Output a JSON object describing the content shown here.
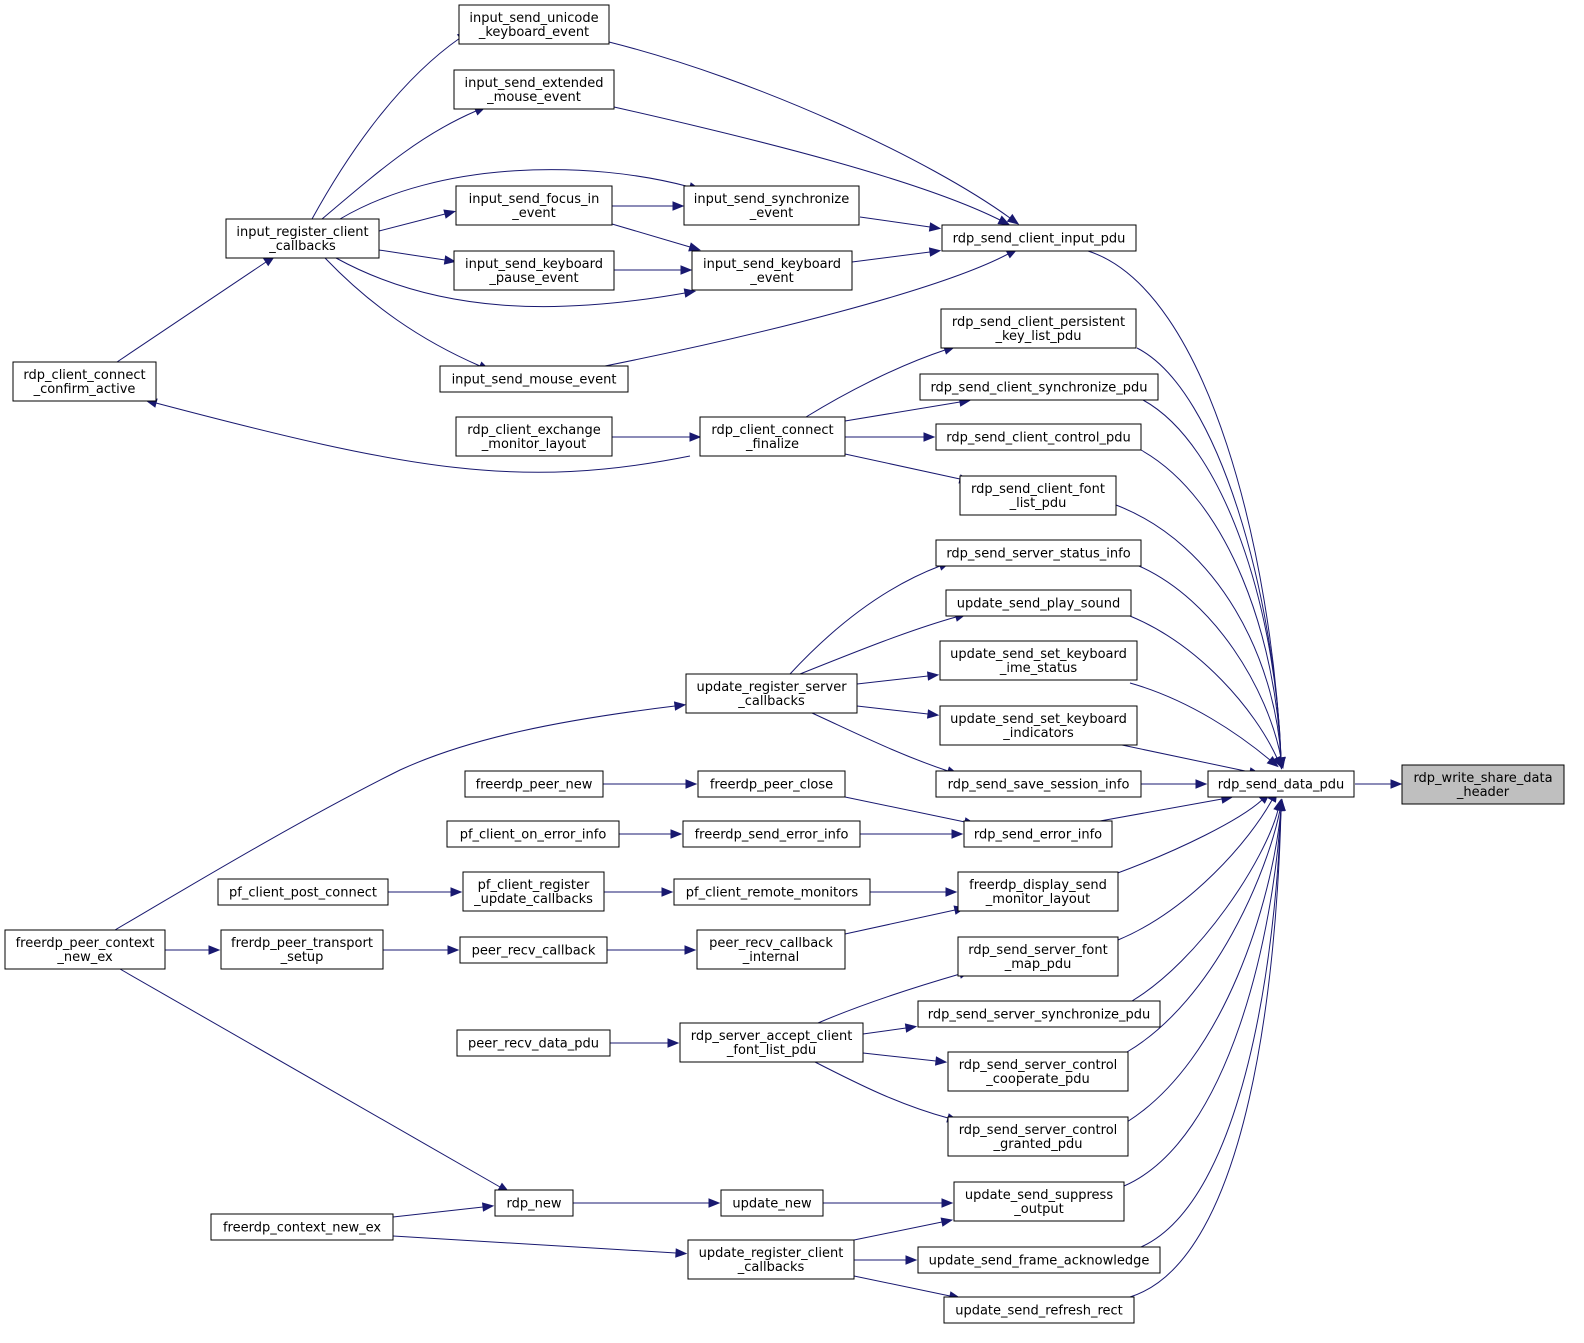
{
  "colors": {
    "edge": "#191970",
    "node_fill": "#ffffff",
    "node_border_black": "#000000",
    "node_border_red": "#ff0000",
    "root_fill": "#bfbfbf"
  },
  "nodes": [
    {
      "id": "root",
      "label": [
        "rdp_write_share_data",
        "_header"
      ],
      "border": "black",
      "root": true
    },
    {
      "id": "send_data_pdu",
      "label": [
        "rdp_send_data_pdu"
      ],
      "border": "black"
    },
    {
      "id": "send_client_input_pdu",
      "label": [
        "rdp_send_client_input_pdu"
      ],
      "border": "black"
    },
    {
      "id": "persistent_key",
      "label": [
        "rdp_send_client_persistent",
        "_key_list_pdu"
      ],
      "border": "black"
    },
    {
      "id": "client_sync_pdu",
      "label": [
        "rdp_send_client_synchronize_pdu"
      ],
      "border": "black"
    },
    {
      "id": "client_control_pdu",
      "label": [
        "rdp_send_client_control_pdu"
      ],
      "border": "black"
    },
    {
      "id": "client_font_list",
      "label": [
        "rdp_send_client_font",
        "_list_pdu"
      ],
      "border": "black"
    },
    {
      "id": "server_status_info",
      "label": [
        "rdp_send_server_status_info"
      ],
      "border": "black"
    },
    {
      "id": "play_sound",
      "label": [
        "update_send_play_sound"
      ],
      "border": "black"
    },
    {
      "id": "kbd_ime",
      "label": [
        "update_send_set_keyboard",
        "_ime_status"
      ],
      "border": "black"
    },
    {
      "id": "kbd_ind",
      "label": [
        "update_send_set_keyboard",
        "_indicators"
      ],
      "border": "black"
    },
    {
      "id": "save_session",
      "label": [
        "rdp_send_save_session_info"
      ],
      "border": "black"
    },
    {
      "id": "send_error_info",
      "label": [
        "rdp_send_error_info"
      ],
      "border": "black"
    },
    {
      "id": "display_monitor",
      "label": [
        "freerdp_display_send",
        "_monitor_layout"
      ],
      "border": "black"
    },
    {
      "id": "server_font_map",
      "label": [
        "rdp_send_server_font",
        "_map_pdu"
      ],
      "border": "black"
    },
    {
      "id": "server_sync_pdu",
      "label": [
        "rdp_send_server_synchronize_pdu"
      ],
      "border": "black"
    },
    {
      "id": "server_ctrl_coop",
      "label": [
        "rdp_send_server_control",
        "_cooperate_pdu"
      ],
      "border": "black"
    },
    {
      "id": "server_ctrl_granted",
      "label": [
        "rdp_send_server_control",
        "_granted_pdu"
      ],
      "border": "black"
    },
    {
      "id": "suppress_output",
      "label": [
        "update_send_suppress",
        "_output"
      ],
      "border": "black"
    },
    {
      "id": "frame_ack",
      "label": [
        "update_send_frame_acknowledge"
      ],
      "border": "black"
    },
    {
      "id": "refresh_rect",
      "label": [
        "update_send_refresh_rect"
      ],
      "border": "black"
    },
    {
      "id": "unicode_kbd",
      "label": [
        "input_send_unicode",
        "_keyboard_event"
      ],
      "border": "black"
    },
    {
      "id": "ext_mouse",
      "label": [
        "input_send_extended",
        "_mouse_event"
      ],
      "border": "black"
    },
    {
      "id": "sync_event",
      "label": [
        "input_send_synchronize",
        "_event"
      ],
      "border": "black"
    },
    {
      "id": "kbd_event",
      "label": [
        "input_send_keyboard",
        "_event"
      ],
      "border": "black"
    },
    {
      "id": "mouse_event",
      "label": [
        "input_send_mouse_event"
      ],
      "border": "black"
    },
    {
      "id": "focus_in",
      "label": [
        "input_send_focus_in",
        "_event"
      ],
      "border": "black"
    },
    {
      "id": "kbd_pause",
      "label": [
        "input_send_keyboard",
        "_pause_event"
      ],
      "border": "black"
    },
    {
      "id": "input_register",
      "label": [
        "input_register_client",
        "_callbacks"
      ],
      "border": "black"
    },
    {
      "id": "confirm_active",
      "label": [
        "rdp_client_connect",
        "_confirm_active"
      ],
      "border": "red"
    },
    {
      "id": "connect_finalize",
      "label": [
        "rdp_client_connect",
        "_finalize"
      ],
      "border": "black"
    },
    {
      "id": "exchange_monitor",
      "label": [
        "rdp_client_exchange",
        "_monitor_layout"
      ],
      "border": "red"
    },
    {
      "id": "update_reg_server",
      "label": [
        "update_register_server",
        "_callbacks"
      ],
      "border": "black"
    },
    {
      "id": "peer_close",
      "label": [
        "freerdp_peer_close"
      ],
      "border": "black"
    },
    {
      "id": "peer_new",
      "label": [
        "freerdp_peer_new"
      ],
      "border": "red"
    },
    {
      "id": "freerdp_send_error",
      "label": [
        "freerdp_send_error_info"
      ],
      "border": "black"
    },
    {
      "id": "pf_on_error",
      "label": [
        "pf_client_on_error_info"
      ],
      "border": "red"
    },
    {
      "id": "pf_remote_monitors",
      "label": [
        "pf_client_remote_monitors"
      ],
      "border": "black"
    },
    {
      "id": "pf_reg_update",
      "label": [
        "pf_client_register",
        "_update_callbacks"
      ],
      "border": "black"
    },
    {
      "id": "pf_post_connect",
      "label": [
        "pf_client_post_connect"
      ],
      "border": "red"
    },
    {
      "id": "peer_recv_internal",
      "label": [
        "peer_recv_callback",
        "_internal"
      ],
      "border": "black"
    },
    {
      "id": "peer_recv_cb",
      "label": [
        "peer_recv_callback"
      ],
      "border": "black"
    },
    {
      "id": "transport_setup",
      "label": [
        "frerdp_peer_transport",
        "_setup"
      ],
      "border": "black"
    },
    {
      "id": "peer_ctx_new",
      "label": [
        "freerdp_peer_context",
        "_new_ex"
      ],
      "border": "red"
    },
    {
      "id": "accept_font_list",
      "label": [
        "rdp_server_accept_client",
        "_font_list_pdu"
      ],
      "border": "black"
    },
    {
      "id": "peer_recv_data",
      "label": [
        "peer_recv_data_pdu"
      ],
      "border": "red"
    },
    {
      "id": "update_new",
      "label": [
        "update_new"
      ],
      "border": "black"
    },
    {
      "id": "rdp_new",
      "label": [
        "rdp_new"
      ],
      "border": "black"
    },
    {
      "id": "ctx_new_ex",
      "label": [
        "freerdp_context_new_ex"
      ],
      "border": "red"
    },
    {
      "id": "update_reg_client",
      "label": [
        "update_register_client",
        "_callbacks"
      ],
      "border": "black"
    }
  ]
}
